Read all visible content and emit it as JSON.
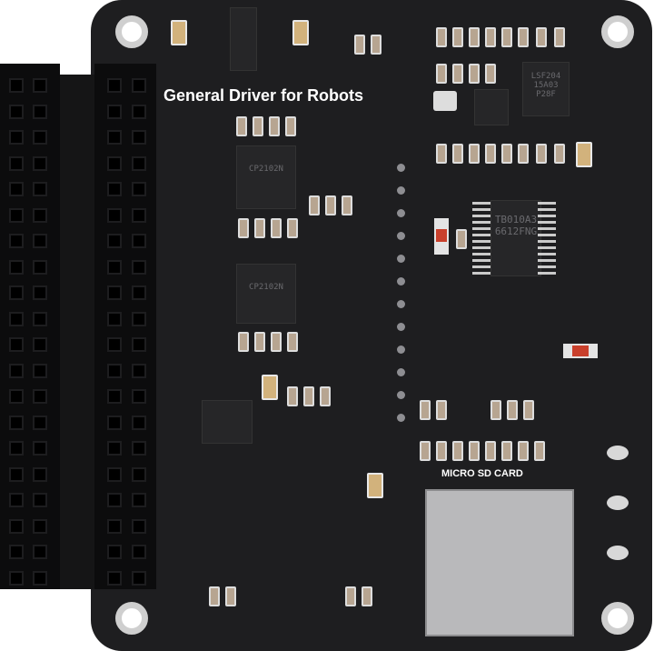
{
  "board": {
    "silkscreen_title": "General Driver for Robots",
    "sd_label": "MICRO SD CARD",
    "chips": {
      "motor_driver": "TB010A3 6612FNG",
      "level_shifter": "LSF204 15A03 P28F",
      "usb_uart_1": "CP2102N",
      "usb_uart_2": "CP2102N"
    },
    "colors": {
      "pcb": "#1e1e20",
      "silkscreen": "#ffffff",
      "connector": "#0c0c0d"
    }
  }
}
